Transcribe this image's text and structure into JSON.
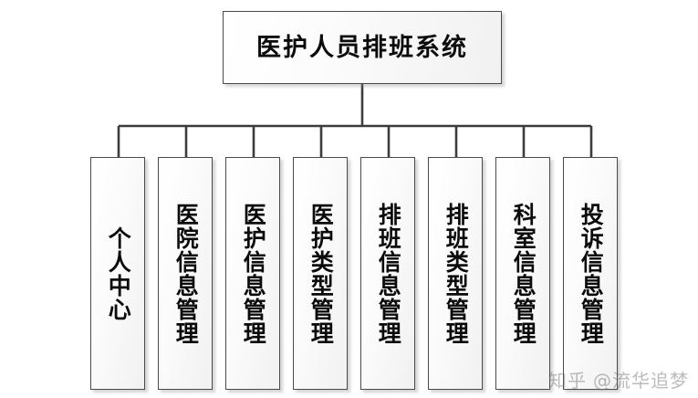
{
  "diagram": {
    "type": "organization-tree",
    "title": "医护人员排班系统",
    "root": {
      "label": "医护人员排班系统"
    },
    "children": [
      {
        "label": "个人中心"
      },
      {
        "label": "医院信息管理"
      },
      {
        "label": "医护信息管理"
      },
      {
        "label": "医护类型管理"
      },
      {
        "label": "排班信息管理"
      },
      {
        "label": "排班类型管理"
      },
      {
        "label": "科室信息管理"
      },
      {
        "label": "投诉信息管理"
      }
    ],
    "colors": {
      "background": "#ffffff",
      "box_border": "#4a4a4a",
      "box_fill_light": "#ffffff",
      "box_fill_dark": "#f1f1f1",
      "connector": "#3c3c3c",
      "text": "#0b0b0b",
      "shadow": "#8c8c8c"
    }
  },
  "watermark": {
    "site": "知乎",
    "user": "@流华追梦"
  }
}
